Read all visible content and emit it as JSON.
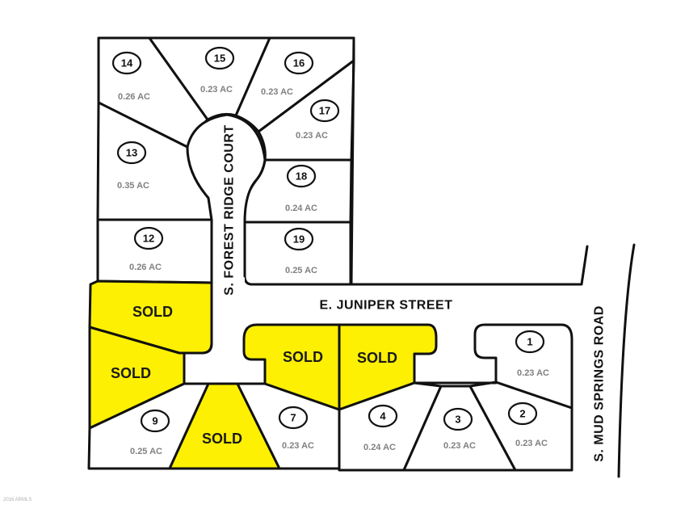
{
  "map": {
    "streets": {
      "forest_ridge": "S. FOREST RIDGE COURT",
      "juniper": "E. JUNIPER STREET",
      "mud_springs": "S. MUD SPRINGS ROAD"
    },
    "sold_label": "SOLD",
    "lots": [
      {
        "number": "14",
        "acres": "0.26 AC",
        "status": "available"
      },
      {
        "number": "15",
        "acres": "0.23 AC",
        "status": "available"
      },
      {
        "number": "16",
        "acres": "0.23 AC",
        "status": "available"
      },
      {
        "number": "17",
        "acres": "0.23 AC",
        "status": "available"
      },
      {
        "number": "13",
        "acres": "0.35 AC",
        "status": "available"
      },
      {
        "number": "18",
        "acres": "0.24 AC",
        "status": "available"
      },
      {
        "number": "12",
        "acres": "0.26 AC",
        "status": "available"
      },
      {
        "number": "19",
        "acres": "0.25 AC",
        "status": "available"
      },
      {
        "number": "9",
        "acres": "0.25 AC",
        "status": "available"
      },
      {
        "number": "7",
        "acres": "0.23 AC",
        "status": "available"
      },
      {
        "number": "4",
        "acres": "0.24 AC",
        "status": "available"
      },
      {
        "number": "3",
        "acres": "0.23 AC",
        "status": "available"
      },
      {
        "number": "2",
        "acres": "0.23 AC",
        "status": "available"
      },
      {
        "number": "1",
        "acres": "0.23 AC",
        "status": "available"
      }
    ],
    "sold_lots": [
      {
        "label": "SOLD",
        "position": "west-upper"
      },
      {
        "label": "SOLD",
        "position": "west-lower"
      },
      {
        "label": "SOLD",
        "position": "south-center"
      },
      {
        "label": "SOLD",
        "position": "juniper-left"
      },
      {
        "label": "SOLD",
        "position": "juniper-right"
      }
    ],
    "colors": {
      "sold": "#fdf003",
      "available": "#ffffff",
      "outline": "#111111",
      "acreage_text": "#808080"
    },
    "watermark": "2016 ARMLS"
  }
}
